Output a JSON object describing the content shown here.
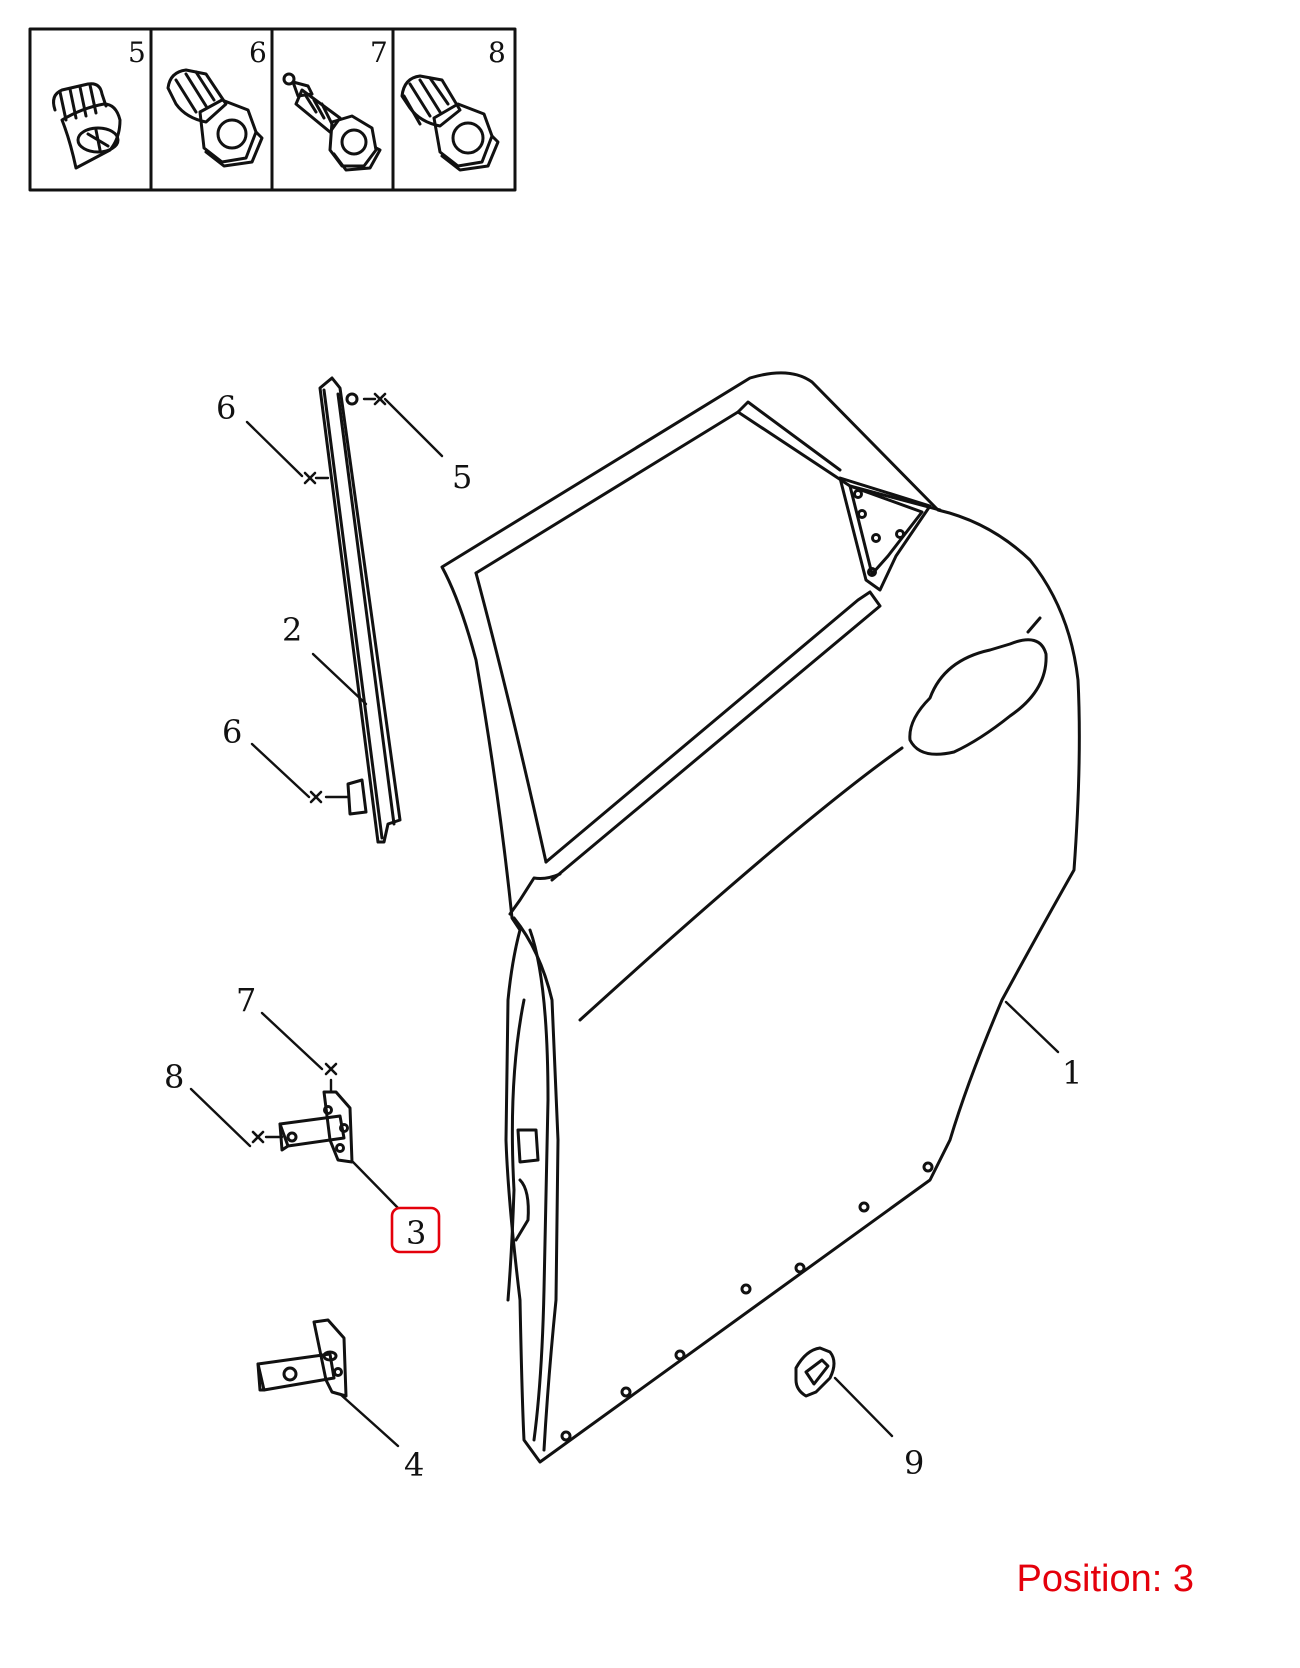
{
  "fastener_legend": [
    {
      "number": "5",
      "icon": "countersunk-screw-icon"
    },
    {
      "number": "6",
      "icon": "flange-bolt-icon"
    },
    {
      "number": "7",
      "icon": "stud-bolt-icon"
    },
    {
      "number": "8",
      "icon": "hex-flange-bolt-icon"
    }
  ],
  "callouts": {
    "door_shell": "1",
    "window_channel": "2",
    "upper_hinge": "3",
    "lower_hinge": "4",
    "channel_top_screw": "5",
    "channel_upper_bolt": "6",
    "channel_lower_bolt": "6",
    "hinge_stud_bolt": "7",
    "hinge_flange_bolt": "8",
    "door_plug": "9"
  },
  "selected_callout": "3",
  "position_label": "Position: 3",
  "colors": {
    "line": "#111111",
    "highlight": "#e4000b",
    "background": "#ffffff"
  }
}
